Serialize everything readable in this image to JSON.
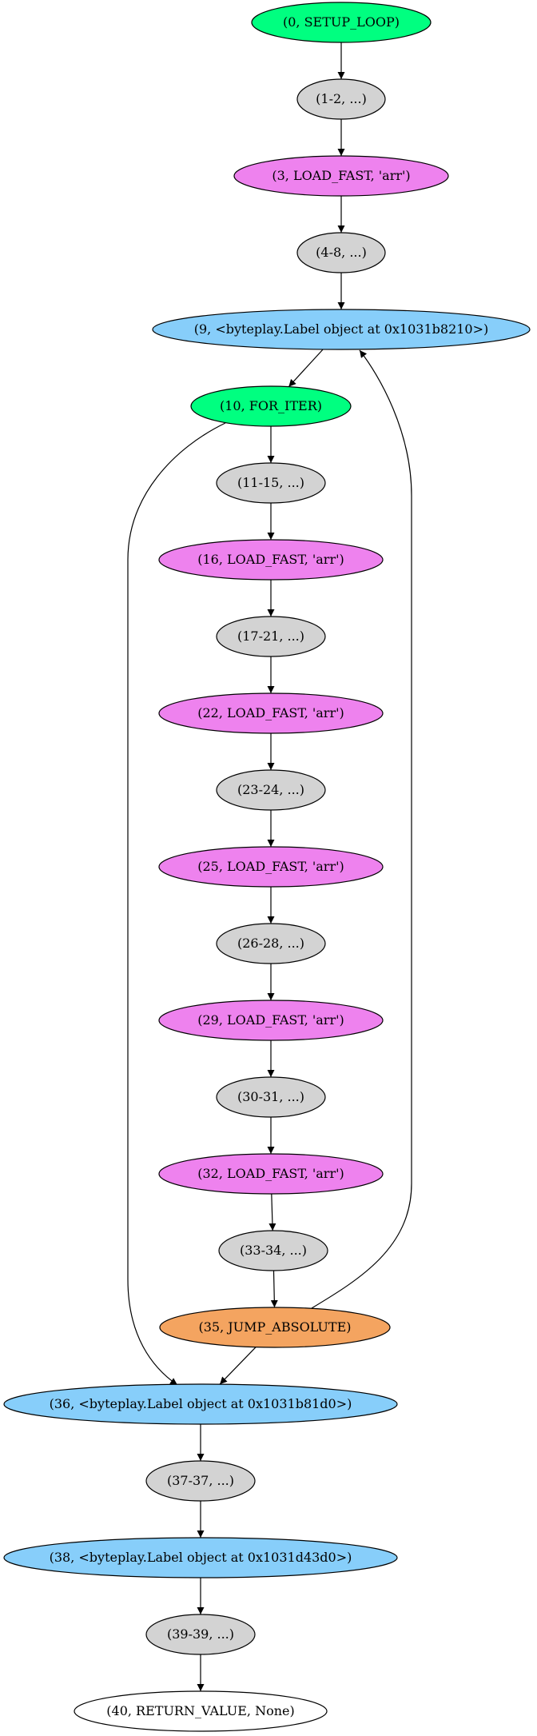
{
  "colors": {
    "green": "#00ff80",
    "gray": "#d3d3d3",
    "violet": "#ee82ee",
    "blue": "#87cefa",
    "orange": "#f4a460",
    "white": "#ffffff",
    "stroke": "#000000"
  },
  "nodes": [
    {
      "id": "n0",
      "label": "(0, SETUP_LOOP)",
      "fill": "green"
    },
    {
      "id": "n1",
      "label": "(1-2, ...)",
      "fill": "gray"
    },
    {
      "id": "n3",
      "label": "(3, LOAD_FAST, 'arr')",
      "fill": "violet"
    },
    {
      "id": "n4",
      "label": "(4-8, ...)",
      "fill": "gray"
    },
    {
      "id": "n9",
      "label": "(9, <byteplay.Label object at 0x1031b8210>)",
      "fill": "blue"
    },
    {
      "id": "n10",
      "label": "(10, FOR_ITER)",
      "fill": "green"
    },
    {
      "id": "n11",
      "label": "(11-15, ...)",
      "fill": "gray"
    },
    {
      "id": "n16",
      "label": "(16, LOAD_FAST, 'arr')",
      "fill": "violet"
    },
    {
      "id": "n17",
      "label": "(17-21, ...)",
      "fill": "gray"
    },
    {
      "id": "n22",
      "label": "(22, LOAD_FAST, 'arr')",
      "fill": "violet"
    },
    {
      "id": "n23",
      "label": "(23-24, ...)",
      "fill": "gray"
    },
    {
      "id": "n25",
      "label": "(25, LOAD_FAST, 'arr')",
      "fill": "violet"
    },
    {
      "id": "n26",
      "label": "(26-28, ...)",
      "fill": "gray"
    },
    {
      "id": "n29",
      "label": "(29, LOAD_FAST, 'arr')",
      "fill": "violet"
    },
    {
      "id": "n30",
      "label": "(30-31, ...)",
      "fill": "gray"
    },
    {
      "id": "n32",
      "label": "(32, LOAD_FAST, 'arr')",
      "fill": "violet"
    },
    {
      "id": "n33",
      "label": "(33-34, ...)",
      "fill": "gray"
    },
    {
      "id": "n35",
      "label": "(35, JUMP_ABSOLUTE)",
      "fill": "orange"
    },
    {
      "id": "n36",
      "label": "(36, <byteplay.Label object at 0x1031b81d0>)",
      "fill": "blue"
    },
    {
      "id": "n37",
      "label": "(37-37, ...)",
      "fill": "gray"
    },
    {
      "id": "n38",
      "label": "(38, <byteplay.Label object at 0x1031d43d0>)",
      "fill": "blue"
    },
    {
      "id": "n39",
      "label": "(39-39, ...)",
      "fill": "gray"
    },
    {
      "id": "n40",
      "label": "(40, RETURN_VALUE, None)",
      "fill": "white"
    }
  ],
  "edges": [
    {
      "from": "n0",
      "to": "n1"
    },
    {
      "from": "n1",
      "to": "n3"
    },
    {
      "from": "n3",
      "to": "n4"
    },
    {
      "from": "n4",
      "to": "n9"
    },
    {
      "from": "n9",
      "to": "n10"
    },
    {
      "from": "n10",
      "to": "n11"
    },
    {
      "from": "n10",
      "to": "n36"
    },
    {
      "from": "n11",
      "to": "n16"
    },
    {
      "from": "n16",
      "to": "n17"
    },
    {
      "from": "n17",
      "to": "n22"
    },
    {
      "from": "n22",
      "to": "n23"
    },
    {
      "from": "n23",
      "to": "n25"
    },
    {
      "from": "n25",
      "to": "n26"
    },
    {
      "from": "n26",
      "to": "n29"
    },
    {
      "from": "n29",
      "to": "n30"
    },
    {
      "from": "n30",
      "to": "n32"
    },
    {
      "from": "n32",
      "to": "n33"
    },
    {
      "from": "n33",
      "to": "n35"
    },
    {
      "from": "n35",
      "to": "n9"
    },
    {
      "from": "n35",
      "to": "n36"
    },
    {
      "from": "n36",
      "to": "n37"
    },
    {
      "from": "n37",
      "to": "n38"
    },
    {
      "from": "n38",
      "to": "n39"
    },
    {
      "from": "n39",
      "to": "n40"
    }
  ]
}
